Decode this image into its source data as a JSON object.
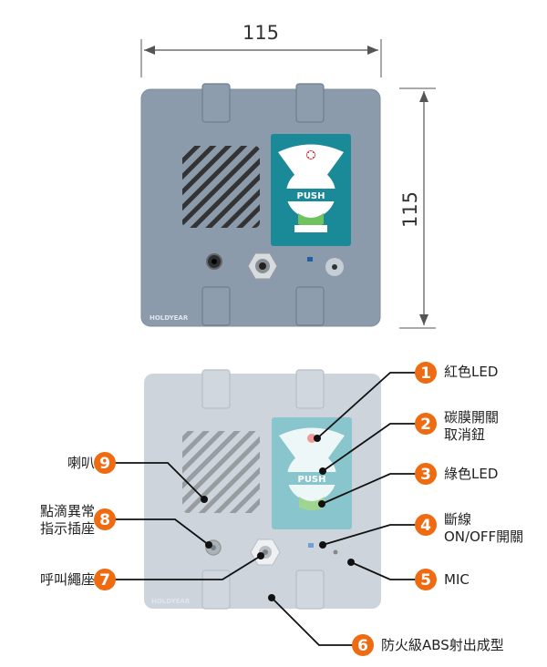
{
  "dimensions": {
    "width_label": "115",
    "height_label": "115"
  },
  "panel": {
    "brand": "HOLDYEAR",
    "button_text": "PUSH"
  },
  "callouts": [
    {
      "num": "1",
      "text": "紅色LED"
    },
    {
      "num": "2",
      "text": "碳膜開關\n取消鈕"
    },
    {
      "num": "3",
      "text": "綠色LED"
    },
    {
      "num": "4",
      "text": "斷線\nON/OFF開關"
    },
    {
      "num": "5",
      "text": "MIC"
    },
    {
      "num": "6",
      "text": "防火級ABS射出成型"
    },
    {
      "num": "7",
      "text": "呼叫繩座"
    },
    {
      "num": "8",
      "text": "點滴異常\n指示插座"
    },
    {
      "num": "9",
      "text": "喇叭"
    }
  ],
  "colors": {
    "panel_top": "#8c9bab",
    "panel_bottom": "#cdd4db",
    "badge": "#ee6b12",
    "teal": "#1b8a98"
  }
}
